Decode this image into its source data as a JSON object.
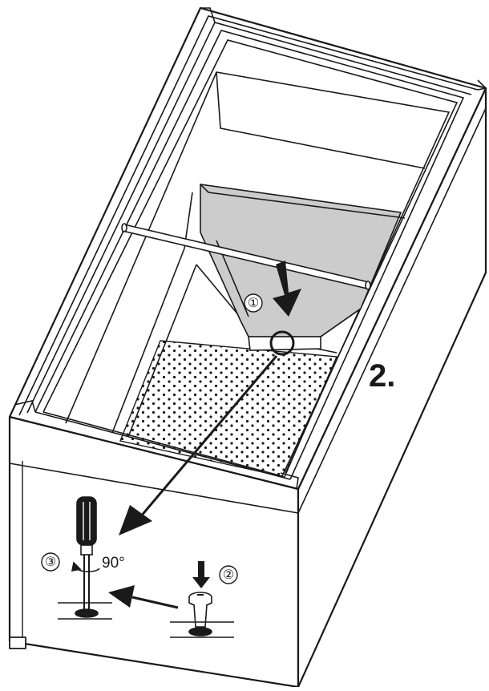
{
  "diagram": {
    "step_number": "2.",
    "step_markers": [
      "①",
      "②",
      "③"
    ],
    "rotation_angle": "90°"
  },
  "colors": {
    "line": "#1a1a1a",
    "shaded_drain": "#cccccc",
    "background": "#ffffff"
  },
  "icons": [
    "down-arrow-icon",
    "long-arrow-icon",
    "rotation-arrow-icon",
    "screwdriver-icon",
    "foot-icon",
    "magnifier-circle-icon"
  ]
}
